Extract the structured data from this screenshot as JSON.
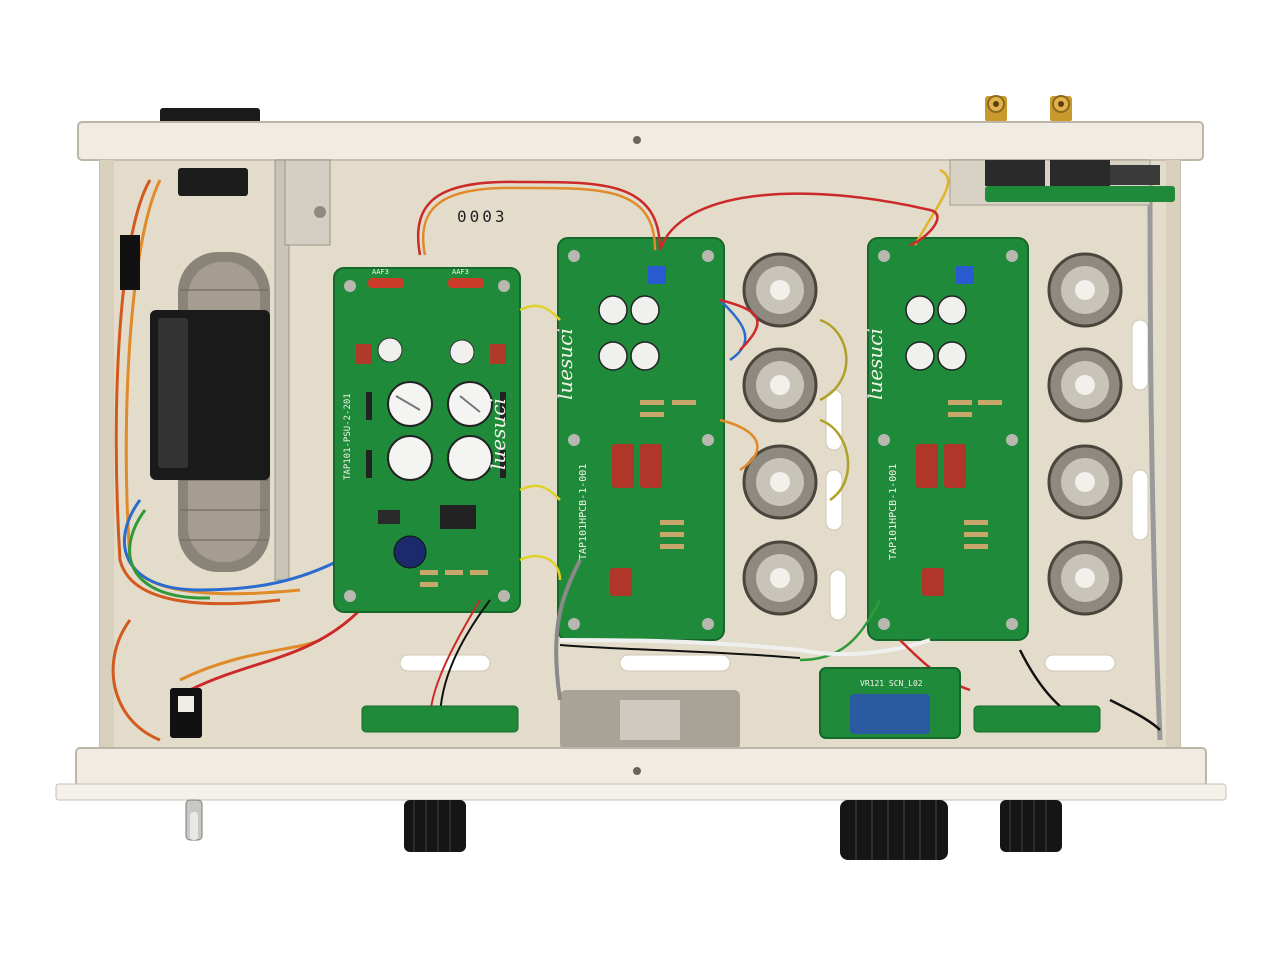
{
  "chassis": {
    "serial_number": "0003"
  },
  "power_board": {
    "logo": "luesuci",
    "part_number": "TAP101-PSU-2-201",
    "fuse_labels": [
      "AAF3",
      "AAF3"
    ]
  },
  "amp_board_left": {
    "logo": "luesuci",
    "part_number": "TAP101HPCB-1-001"
  },
  "amp_board_right": {
    "logo": "luesuci",
    "part_number": "TAP101HPCB-1-001"
  },
  "selector_board": {
    "label": "VR121 SCN_L02"
  },
  "colors": {
    "chassis": "#ece7dc",
    "chassis_floor": "#e2d9c8",
    "pcb": "#1f8a3a",
    "pcb_dark": "#14692a",
    "silkscreen": "#f2f2e8",
    "transformer_core": "#1a1a1a",
    "transformer_winding": "#8a8478",
    "tube_metal": "#b9b4aa",
    "knob": "#151515",
    "rca_gold": "#c89a2e"
  }
}
